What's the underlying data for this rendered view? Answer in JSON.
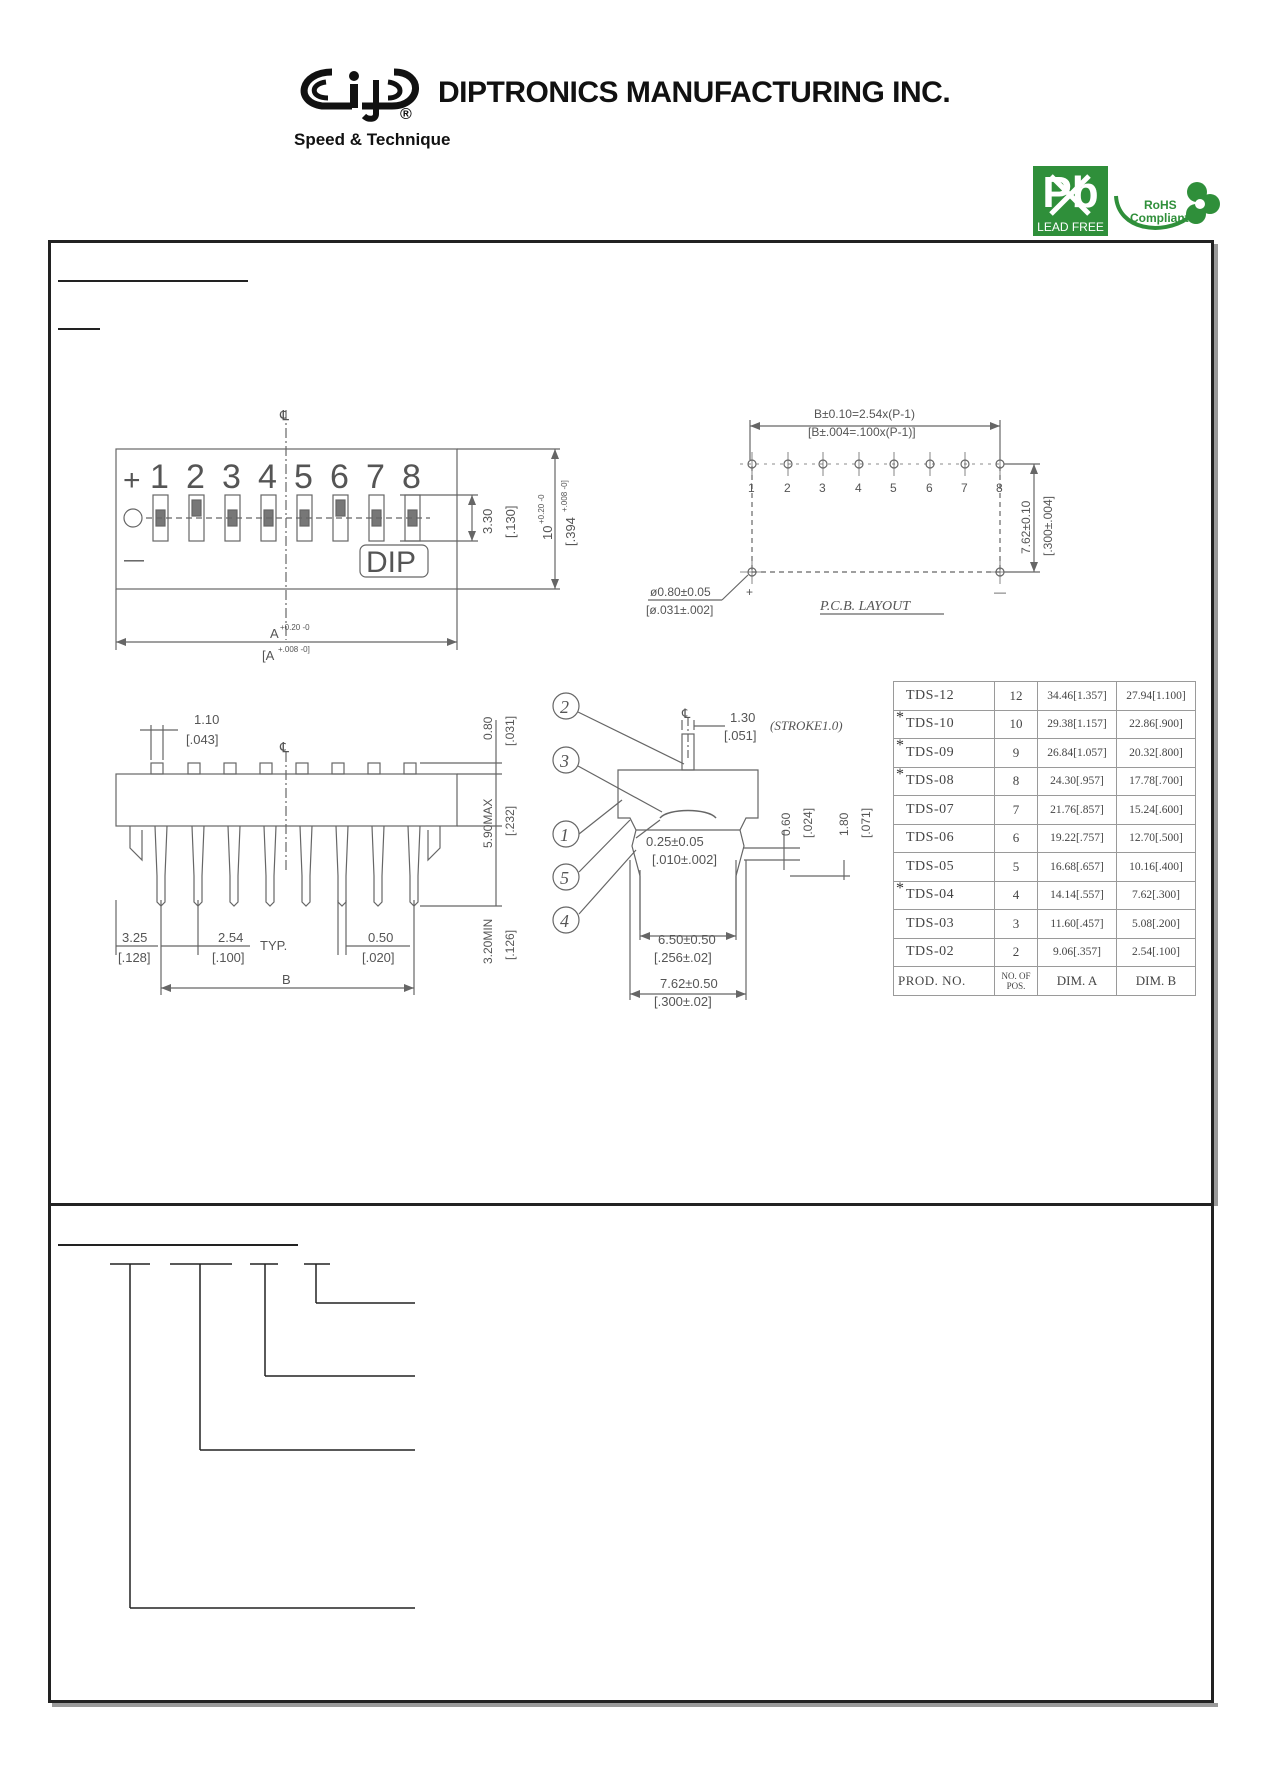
{
  "header": {
    "company_name": "DIPTRONICS MANUFACTURING INC.",
    "slogan": "Speed & Technique",
    "registered_mark": "®",
    "lead_free_label": "LEAD FREE",
    "rohs_line1": "RoHS",
    "rohs_line2": "Compliant",
    "pb_symbol": "Pb"
  },
  "drawing": {
    "top_view": {
      "pos_numbers": [
        "1",
        "2",
        "3",
        "4",
        "5",
        "6",
        "7",
        "8"
      ],
      "plus": "+",
      "minus": "—",
      "on_mark": "O",
      "dip_label": "DIP",
      "cl": "℄",
      "dim_330": "3.30",
      "dim_130": "[.130]",
      "dim_10": "10",
      "dim_10_tol": "+0.20 -0",
      "dim_394": "[.394",
      "dim_394_tol": "+.008 -0]",
      "dim_A": "A",
      "dim_A_tol": "+0.20 -0",
      "dim_A_in": "[A",
      "dim_A_in_tol": "+.008 -0]"
    },
    "pcb": {
      "dim_B": "B±0.10=2.54x(P-1)",
      "dim_B_in": "[B±.004=.100x(P-1)]",
      "pin_numbers": [
        "1",
        "2",
        "3",
        "4",
        "5",
        "6",
        "7",
        "8"
      ],
      "dim_762": "7.62±0.10",
      "dim_300": "[.300±.004]",
      "hole": "ø0.80±0.05",
      "hole_in": "[ø.031±.002]",
      "plus": "+",
      "minus": "—",
      "title": "P.C.B.  LAYOUT"
    },
    "side_view": {
      "cl": "℄",
      "d110": "1.10",
      "d043": "[.043]",
      "d080": "0.80",
      "d031": "[.031]",
      "d590": "5.90MAX",
      "d232": "[.232]",
      "d320": "3.20MIN",
      "d126": "[.126]",
      "d325": "3.25",
      "d128": "[.128]",
      "d254": "2.54",
      "typ": "TYP.",
      "d100": "[.100]",
      "d050": "0.50",
      "d020": "[.020]",
      "dB": "B"
    },
    "end_view": {
      "callouts": [
        "2",
        "3",
        "1",
        "5",
        "4"
      ],
      "cl": "℄",
      "d130": "1.30",
      "d051": "[.051]",
      "stroke": "(STROKE1.0)",
      "d025": "0.25±0.05",
      "d010": "[.010±.002]",
      "d060": "0.60",
      "d024": "[.024]",
      "d180": "1.80",
      "d071": "[.071]",
      "d650": "6.50±0.50",
      "d256": "[.256±.02]",
      "d762": "7.62±0.50",
      "d300": "[.300±.02]"
    }
  },
  "table": {
    "rows": [
      {
        "star": "",
        "prod": "TDS-12",
        "pos": "12",
        "dim_a": "34.46[1.357]",
        "dim_b": "27.94[1.100]"
      },
      {
        "star": "*",
        "prod": "TDS-10",
        "pos": "10",
        "dim_a": "29.38[1.157]",
        "dim_b": "22.86[.900]"
      },
      {
        "star": "*",
        "prod": "TDS-09",
        "pos": "9",
        "dim_a": "26.84[1.057]",
        "dim_b": "20.32[.800]"
      },
      {
        "star": "*",
        "prod": "TDS-08",
        "pos": "8",
        "dim_a": "24.30[.957]",
        "dim_b": "17.78[.700]"
      },
      {
        "star": "",
        "prod": "TDS-07",
        "pos": "7",
        "dim_a": "21.76[.857]",
        "dim_b": "15.24[.600]"
      },
      {
        "star": "",
        "prod": "TDS-06",
        "pos": "6",
        "dim_a": "19.22[.757]",
        "dim_b": "12.70[.500]"
      },
      {
        "star": "",
        "prod": "TDS-05",
        "pos": "5",
        "dim_a": "16.68[.657]",
        "dim_b": "10.16[.400]"
      },
      {
        "star": "*",
        "prod": "TDS-04",
        "pos": "4",
        "dim_a": "14.14[.557]",
        "dim_b": "7.62[.300]"
      },
      {
        "star": "",
        "prod": "TDS-03",
        "pos": "3",
        "dim_a": "11.60[.457]",
        "dim_b": "5.08[.200]"
      },
      {
        "star": "",
        "prod": "TDS-02",
        "pos": "2",
        "dim_a": "9.06[.357]",
        "dim_b": "2.54[.100]"
      }
    ],
    "header": {
      "prod": "PROD.  NO.",
      "pos_line1": "NO.  OF",
      "pos_line2": "POS.",
      "dim_a": "DIM.  A",
      "dim_b": "DIM.  B"
    }
  }
}
